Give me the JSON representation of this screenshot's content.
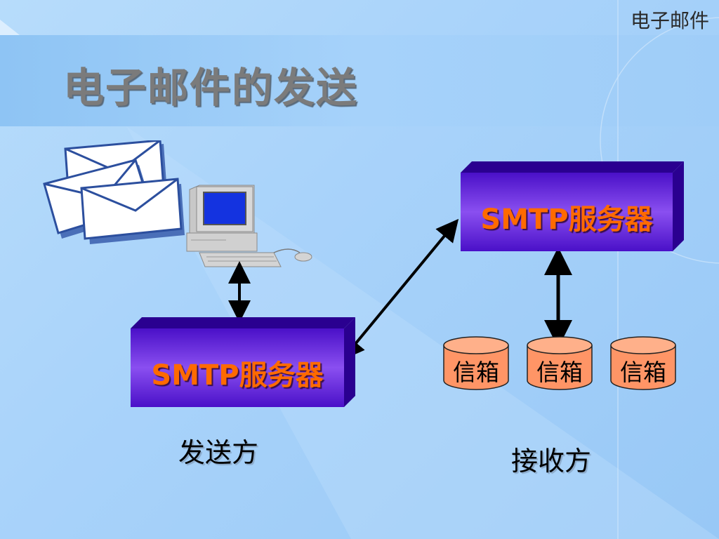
{
  "header": {
    "topic": "电子邮件",
    "title": "电子邮件的发送"
  },
  "sender": {
    "server_label": "SMTP服务器",
    "caption": "发送方"
  },
  "receiver": {
    "server_label": "SMTP服务器",
    "caption": "接收方",
    "mailboxes": [
      "信箱",
      "信箱",
      "信箱"
    ]
  },
  "colors": {
    "server_top": "#3b00a8",
    "server_front": "#7a3fe0",
    "server_label": "#ff6a00",
    "mailbox_fill": "#ff9566",
    "arrow": "#000000"
  }
}
